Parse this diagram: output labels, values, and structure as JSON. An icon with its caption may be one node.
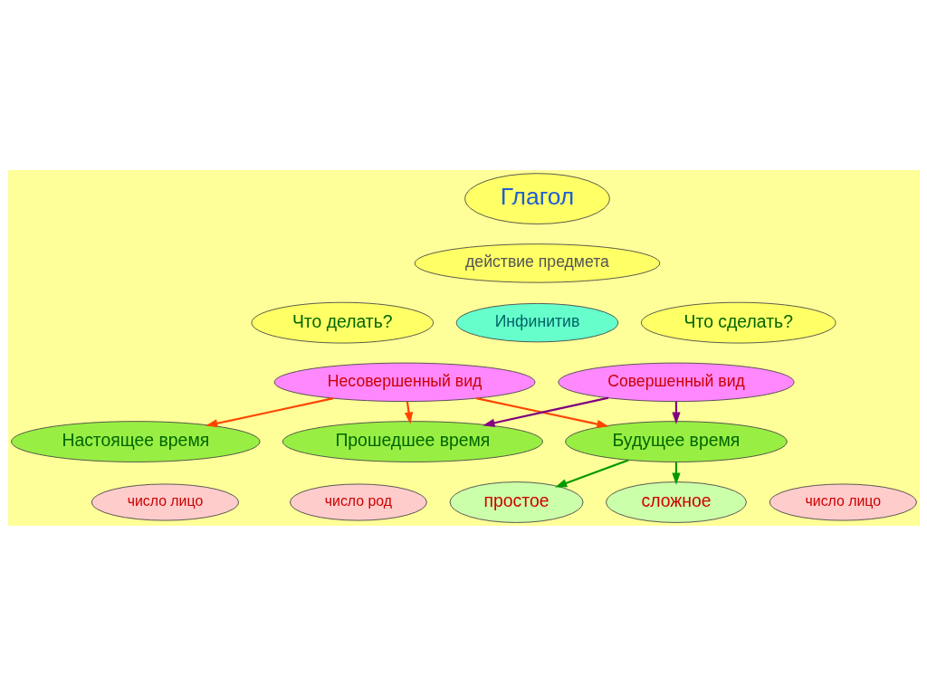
{
  "diagram": {
    "nodes": [
      {
        "text": [
          "Глагол"
        ]
      },
      {
        "text": [
          "действие предмета"
        ]
      },
      {
        "text": [
          "Что делать?"
        ]
      },
      {
        "text": [
          "Инфинитив"
        ]
      },
      {
        "text": [
          "Что сделать?"
        ]
      },
      {
        "text": [
          "Несовершенный вид"
        ]
      },
      {
        "text": [
          "Совершенный вид"
        ]
      },
      {
        "text": [
          "Настоящее время"
        ]
      },
      {
        "text": [
          "Прошедшее время"
        ]
      },
      {
        "text": [
          "Будущее время"
        ]
      },
      {
        "text": [
          "число лицо"
        ]
      },
      {
        "text": [
          "число род"
        ]
      },
      {
        "text": [
          "число лицо"
        ]
      },
      {
        "text": [
          "простое"
        ]
      },
      {
        "text": [
          "сложное"
        ]
      }
    ],
    "edges": [
      {
        "from": 5,
        "to": 7,
        "arrow": "to",
        "color": "#ff4500"
      },
      {
        "from": 5,
        "to": 8,
        "arrow": "to",
        "color": "#ff4500"
      },
      {
        "from": 5,
        "to": 9,
        "arrow": "to",
        "color": "#ff4500"
      },
      {
        "from": 6,
        "to": 8,
        "arrow": "to",
        "color": "#800080"
      },
      {
        "from": 6,
        "to": 9,
        "arrow": "to",
        "color": "#800080"
      },
      {
        "from": 9,
        "to": 13,
        "arrow": "to",
        "color": "#009900"
      },
      {
        "from": 9,
        "to": 14,
        "arrow": "to",
        "color": "#009900"
      }
    ]
  }
}
